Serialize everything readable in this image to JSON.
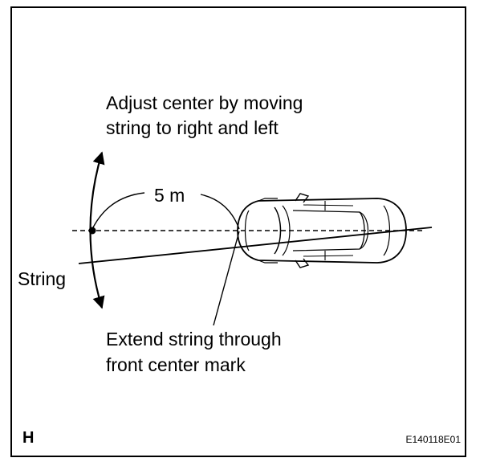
{
  "texts": {
    "adjust_line1": "Adjust center by moving",
    "adjust_line2": "string to right and left",
    "distance": "5 m",
    "string": "String",
    "extend_line1": "Extend string through",
    "extend_line2": "front center mark",
    "corner_letter": "H",
    "figure_code": "E140118E01"
  },
  "colors": {
    "ink": "#000000",
    "background": "#ffffff"
  }
}
